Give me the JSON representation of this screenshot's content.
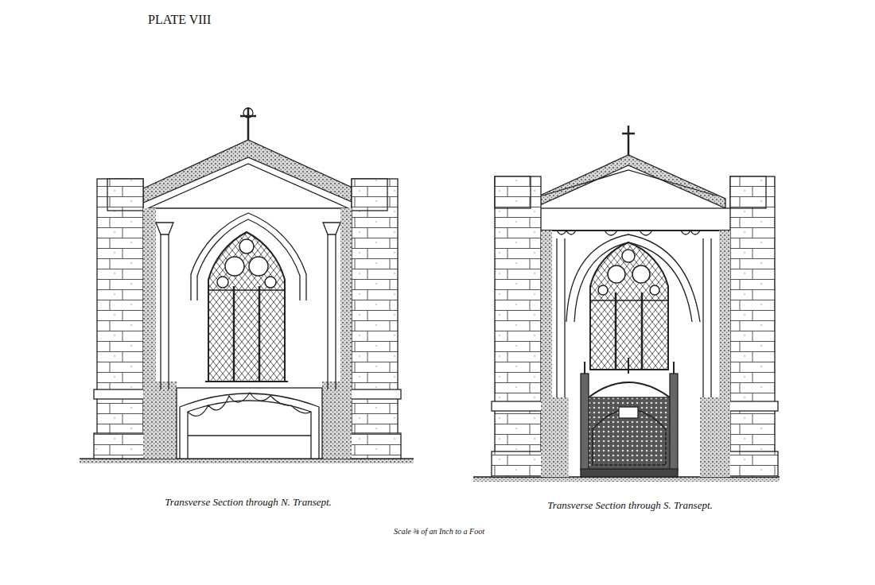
{
  "diagram": {
    "title": "PLATE VIII",
    "labels": [
      "Transverse Section through N. Transept.",
      "Transverse Section through S. Transept.",
      "Scale ⅜ of an Inch to a Foot"
    ]
  }
}
